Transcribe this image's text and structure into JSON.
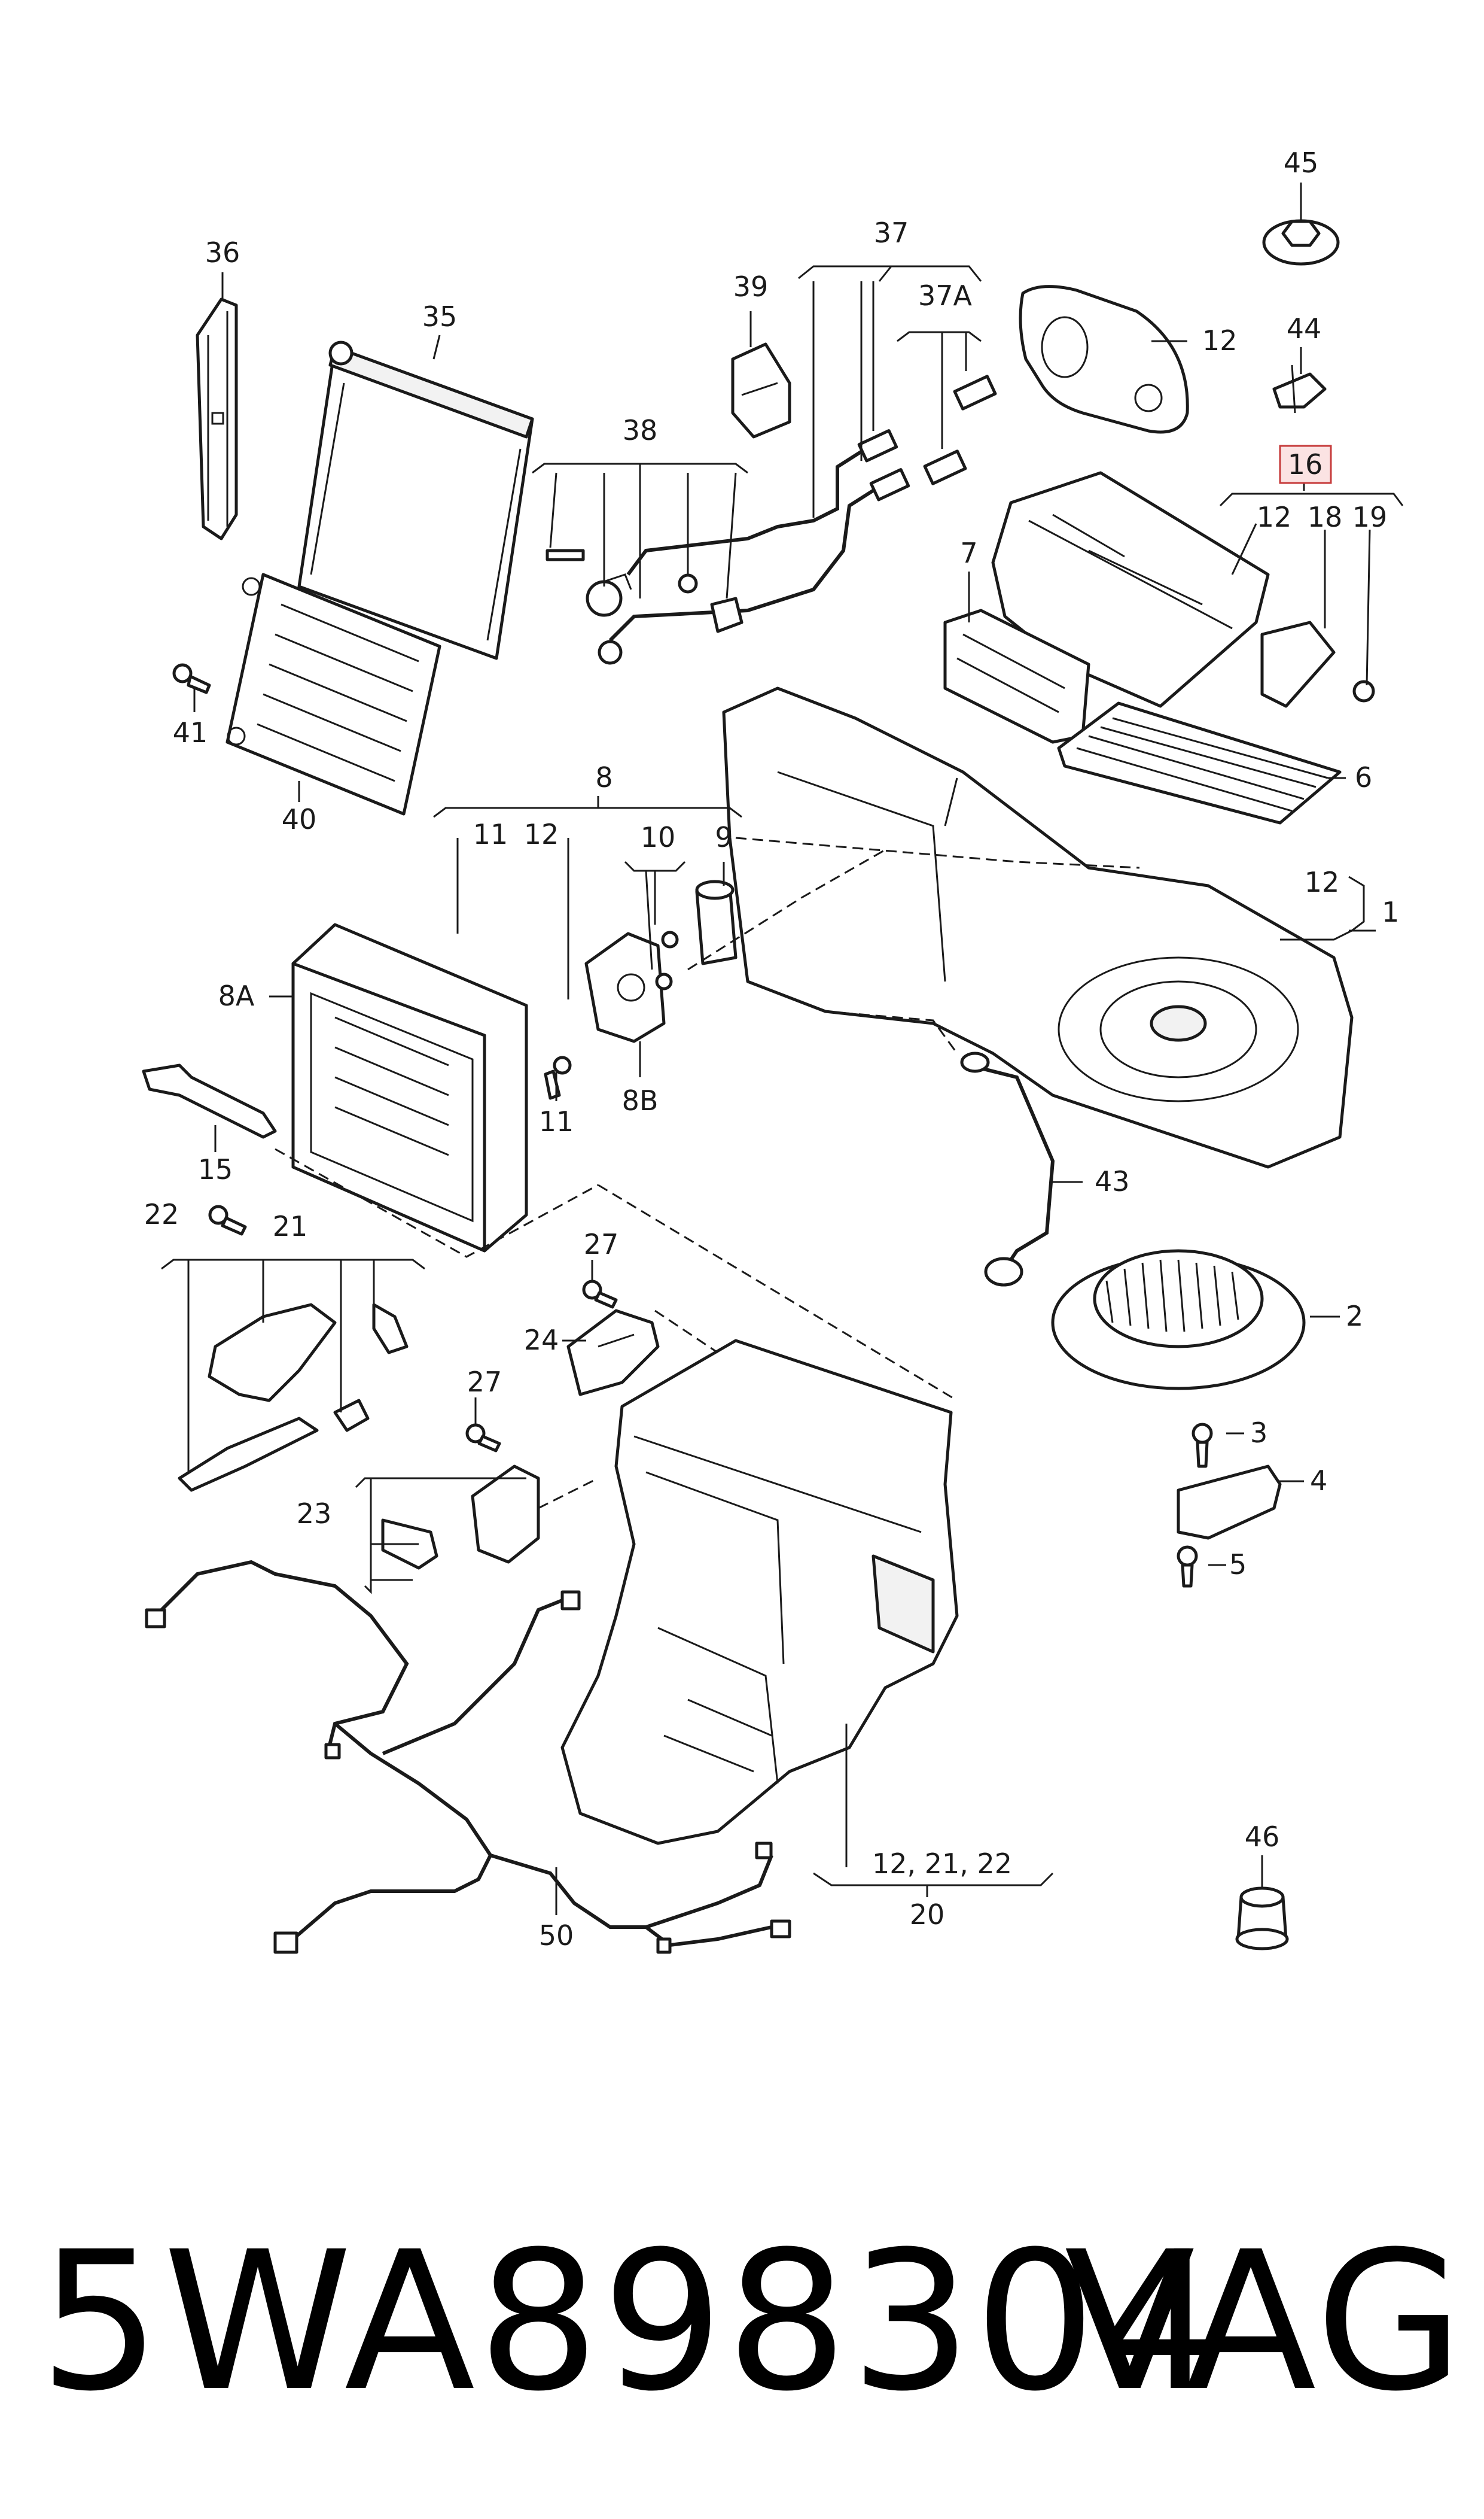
{
  "labels": {
    "l45": "45",
    "l36": "36",
    "l35": "35",
    "l37": "37",
    "l39": "39",
    "l37a": "37A",
    "l12_top": "12",
    "l44": "44",
    "l38": "38",
    "l16": "16",
    "l12_g16": "12",
    "l18": "18",
    "l19": "19",
    "l7": "7",
    "l41": "41",
    "l40": "40",
    "l6": "6",
    "l8": "8",
    "l11a": "11",
    "l12_g8": "12",
    "l10": "10",
    "l9": "9",
    "l12_g1": "12",
    "l1": "1",
    "l8a": "8A",
    "l11b": "11",
    "l8b": "8B",
    "l15": "15",
    "l43": "43",
    "l22": "22",
    "l21": "21",
    "l2": "2",
    "l27a": "27",
    "l24": "24",
    "l27b": "27",
    "l3": "3",
    "l23": "23",
    "l4": "4",
    "l5": "5",
    "l46": "46",
    "l12_21_22": "12, 21, 22",
    "l50": "50",
    "l20": "20"
  },
  "part_number": "5WA898304",
  "brand": "VAG",
  "highlight_color": "#c63b3b",
  "highlight_fill": "#fbe3e3"
}
